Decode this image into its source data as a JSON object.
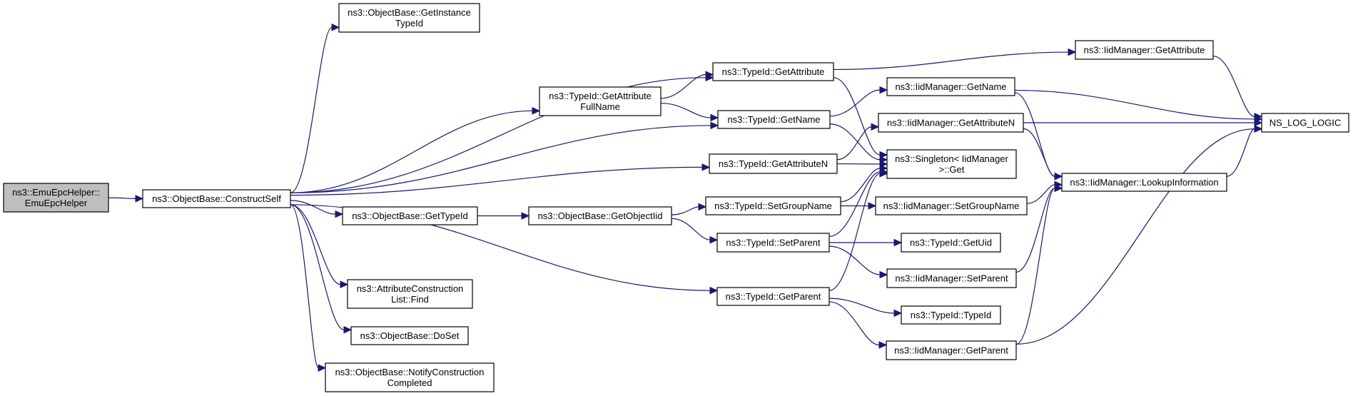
{
  "title": "Call graph of ns3::EmuEpcHelper::EmuEpcHelper",
  "edge_color": "#191970",
  "root_fill": "#bfbfbf",
  "nodes": [
    {
      "id": "root",
      "lines": [
        "ns3::EmuEpcHelper::",
        "EmuEpcHelper"
      ],
      "root": true
    },
    {
      "id": "constructself",
      "lines": [
        "ns3::ObjectBase::ConstructSelf"
      ]
    },
    {
      "id": "getinstancetypeid",
      "lines": [
        "ns3::ObjectBase::GetInstance",
        "TypeId"
      ]
    },
    {
      "id": "typeid_getattribute",
      "lines": [
        "ns3::TypeId::GetAttribute"
      ]
    },
    {
      "id": "typeid_getattributefullname",
      "lines": [
        "ns3::TypeId::GetAttribute",
        "FullName"
      ]
    },
    {
      "id": "typeid_getname",
      "lines": [
        "ns3::TypeId::GetName"
      ]
    },
    {
      "id": "typeid_getattributen",
      "lines": [
        "ns3::TypeId::GetAttributeN"
      ]
    },
    {
      "id": "getTypeId",
      "lines": [
        "ns3::ObjectBase::GetTypeId"
      ]
    },
    {
      "id": "getobjectiid",
      "lines": [
        "ns3::ObjectBase::GetObjectIid"
      ]
    },
    {
      "id": "typeid_setgroupname",
      "lines": [
        "ns3::TypeId::SetGroupName"
      ]
    },
    {
      "id": "typeid_setparent",
      "lines": [
        "ns3::TypeId::SetParent"
      ]
    },
    {
      "id": "typeid_getparent",
      "lines": [
        "ns3::TypeId::GetParent"
      ]
    },
    {
      "id": "attrlist_find",
      "lines": [
        "ns3::AttributeConstruction",
        "List::Find"
      ]
    },
    {
      "id": "doset",
      "lines": [
        "ns3::ObjectBase::DoSet"
      ]
    },
    {
      "id": "notifyconstructioncompleted",
      "lines": [
        "ns3::ObjectBase::NotifyConstruction",
        "Completed"
      ]
    },
    {
      "id": "iid_getattribute",
      "lines": [
        "ns3::IidManager::GetAttribute"
      ]
    },
    {
      "id": "iid_getname",
      "lines": [
        "ns3::IidManager::GetName"
      ]
    },
    {
      "id": "iid_getattributen",
      "lines": [
        "ns3::IidManager::GetAttributeN"
      ]
    },
    {
      "id": "singleton_get",
      "lines": [
        "ns3::Singleton< IidManager",
        ">::Get"
      ]
    },
    {
      "id": "iid_setgroupname",
      "lines": [
        "ns3::IidManager::SetGroupName"
      ]
    },
    {
      "id": "typeid_getuid",
      "lines": [
        "ns3::TypeId::GetUid"
      ]
    },
    {
      "id": "iid_setparent",
      "lines": [
        "ns3::IidManager::SetParent"
      ]
    },
    {
      "id": "typeid_typeid",
      "lines": [
        "ns3::TypeId::TypeId"
      ]
    },
    {
      "id": "iid_getparent",
      "lines": [
        "ns3::IidManager::GetParent"
      ]
    },
    {
      "id": "iid_lookupinformation",
      "lines": [
        "ns3::IidManager::LookupInformation"
      ]
    },
    {
      "id": "ns_log_logic",
      "lines": [
        "NS_LOG_LOGIC"
      ]
    }
  ],
  "edges": [
    [
      "root",
      "constructself"
    ],
    [
      "constructself",
      "getinstancetypeid"
    ],
    [
      "constructself",
      "typeid_getattribute"
    ],
    [
      "constructself",
      "typeid_getattributefullname"
    ],
    [
      "constructself",
      "typeid_getname"
    ],
    [
      "constructself",
      "typeid_getattributen"
    ],
    [
      "constructself",
      "getTypeId"
    ],
    [
      "constructself",
      "typeid_getparent"
    ],
    [
      "constructself",
      "attrlist_find"
    ],
    [
      "constructself",
      "doset"
    ],
    [
      "constructself",
      "notifyconstructioncompleted"
    ],
    [
      "typeid_getattributefullname",
      "typeid_getattribute"
    ],
    [
      "typeid_getattributefullname",
      "typeid_getname"
    ],
    [
      "typeid_getattribute",
      "iid_getattribute"
    ],
    [
      "typeid_getattribute",
      "singleton_get"
    ],
    [
      "typeid_getname",
      "iid_getname"
    ],
    [
      "typeid_getname",
      "singleton_get"
    ],
    [
      "typeid_getattributen",
      "iid_getattributen"
    ],
    [
      "typeid_getattributen",
      "singleton_get"
    ],
    [
      "getTypeId",
      "getobjectiid"
    ],
    [
      "getobjectiid",
      "typeid_setgroupname"
    ],
    [
      "getobjectiid",
      "typeid_setparent"
    ],
    [
      "typeid_setgroupname",
      "singleton_get"
    ],
    [
      "typeid_setgroupname",
      "iid_setgroupname"
    ],
    [
      "typeid_setparent",
      "singleton_get"
    ],
    [
      "typeid_setparent",
      "typeid_getuid"
    ],
    [
      "typeid_setparent",
      "iid_setparent"
    ],
    [
      "typeid_getparent",
      "singleton_get"
    ],
    [
      "typeid_getparent",
      "typeid_typeid"
    ],
    [
      "typeid_getparent",
      "iid_getparent"
    ],
    [
      "iid_getattribute",
      "ns_log_logic"
    ],
    [
      "iid_getname",
      "ns_log_logic"
    ],
    [
      "iid_getname",
      "iid_lookupinformation"
    ],
    [
      "iid_getattributen",
      "ns_log_logic"
    ],
    [
      "iid_getattributen",
      "iid_lookupinformation"
    ],
    [
      "iid_setgroupname",
      "iid_lookupinformation"
    ],
    [
      "iid_setparent",
      "iid_lookupinformation"
    ],
    [
      "iid_getparent",
      "iid_lookupinformation"
    ],
    [
      "iid_getparent",
      "ns_log_logic"
    ],
    [
      "iid_lookupinformation",
      "ns_log_logic"
    ]
  ]
}
